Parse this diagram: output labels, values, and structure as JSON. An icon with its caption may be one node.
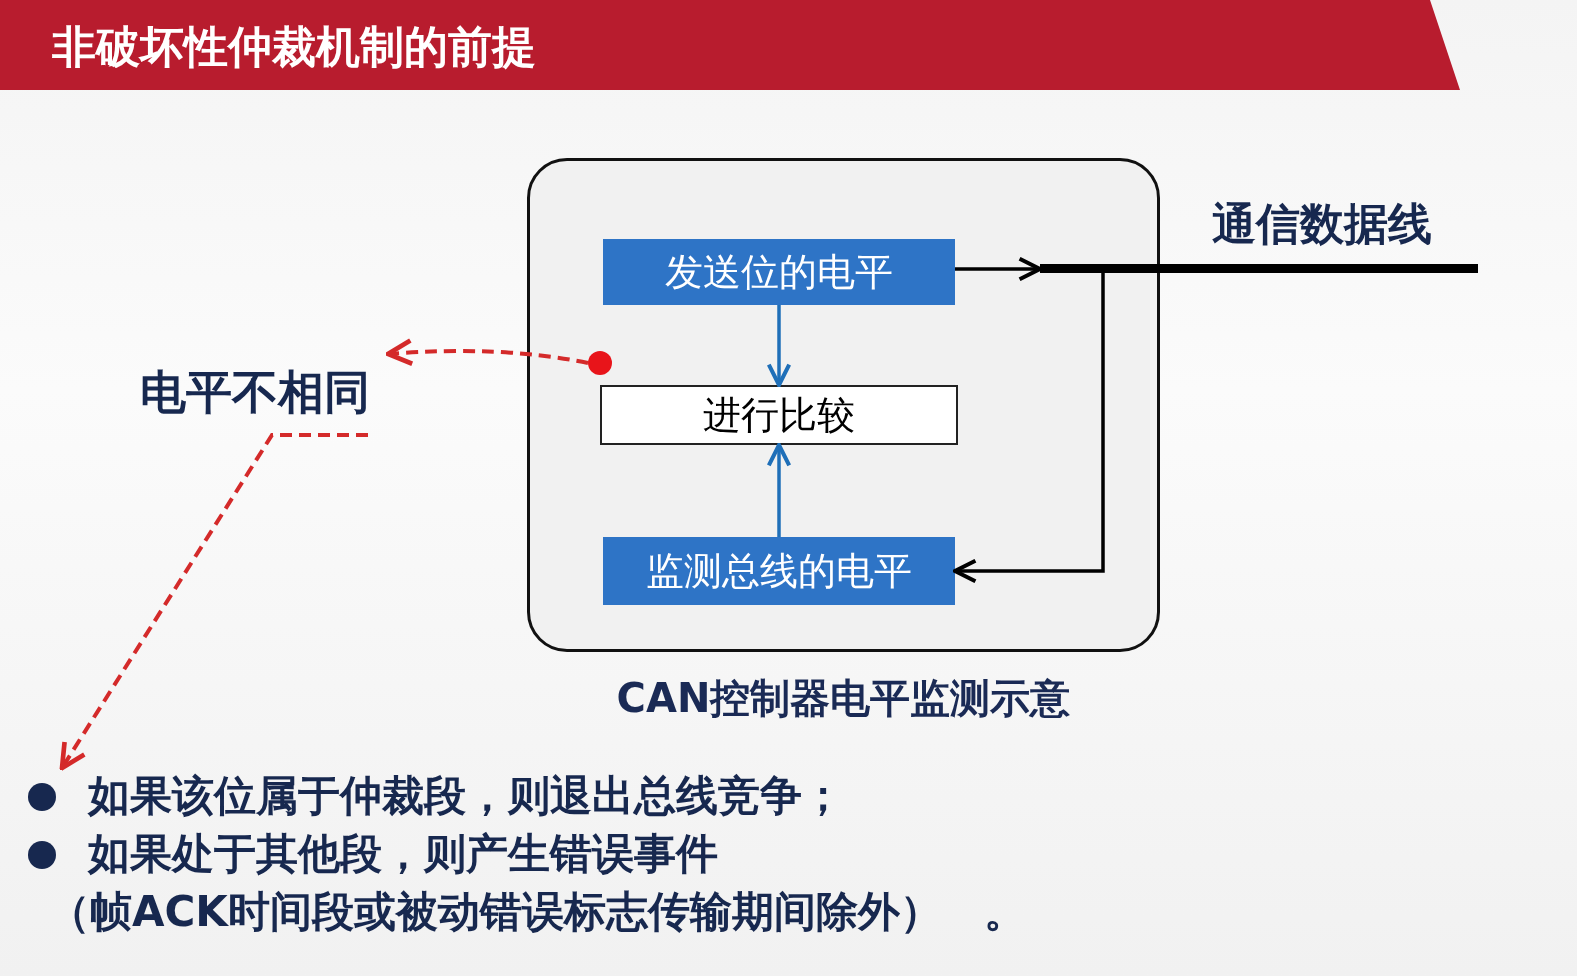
{
  "diagram": {
    "title": "非破坏性仲裁机制的前提",
    "nodes": [
      {
        "text": [
          "CAN控制器电平监测示意"
        ]
      },
      {
        "text": [
          "发送位的电平"
        ],
        "in": 0
      },
      {
        "text": [
          "进行比较"
        ],
        "in": 0
      },
      {
        "text": [
          "监测总线的电平"
        ],
        "in": 0
      },
      {
        "text": [],
        "shape": "circle",
        "in": 0
      },
      {
        "text": [
          "通信数据线"
        ]
      },
      {
        "text": [
          "电平不相同"
        ]
      },
      {
        "text": [
          "如果该位属于仲裁段，则退出总线竞争；",
          "如果处于其他段，则产生错误事件",
          "（帧ACK时间段或被动错误标志传输期间除外）　。"
        ]
      }
    ],
    "edges": [
      {
        "from": 1,
        "to": 5,
        "arrow": "to"
      },
      {
        "from": 5,
        "to": 3,
        "arrow": "to"
      },
      {
        "from": 1,
        "to": 2,
        "arrow": "to",
        "color": "#1f6fb8"
      },
      {
        "from": 3,
        "to": 2,
        "arrow": "to",
        "color": "#1f6fb8"
      },
      {
        "from": 4,
        "to": 6,
        "arrow": "to",
        "style": "dashed",
        "color": "#d42a2a"
      },
      {
        "from": 6,
        "to": 7,
        "arrow": "to",
        "style": "dashed",
        "color": "#d42a2a"
      }
    ]
  }
}
